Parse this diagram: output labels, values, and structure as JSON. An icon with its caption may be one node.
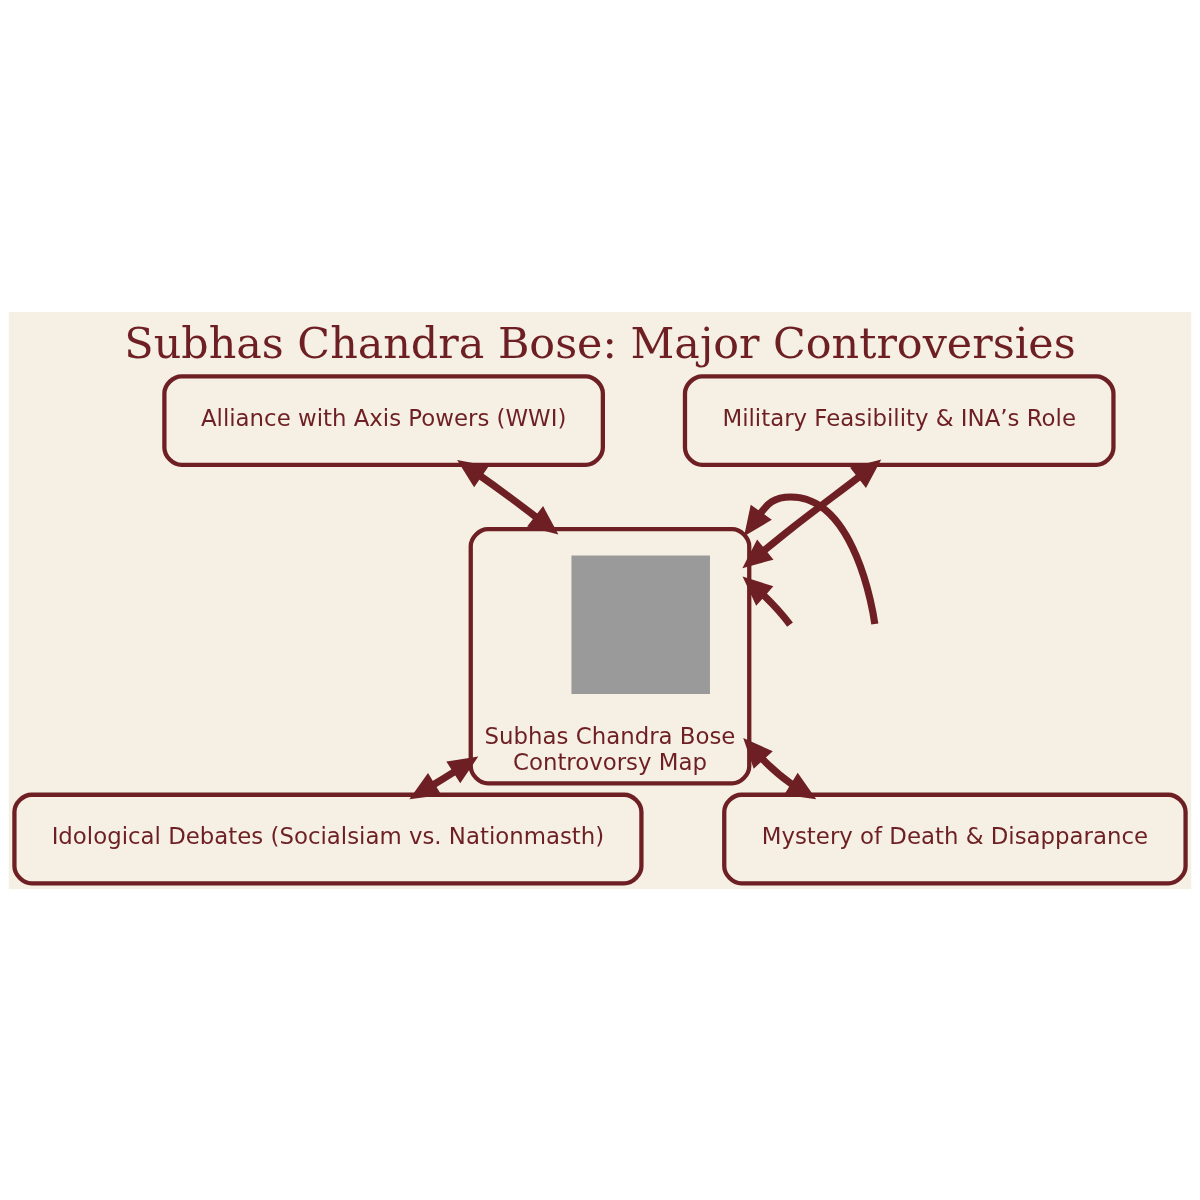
{
  "diagram": {
    "title": "Subhas Chandra Bose: Major Controversies",
    "nodes": [
      {
        "text": [
          "Alliance with Axis Powers (WWI)"
        ]
      },
      {
        "text": [
          "Military Feasibility & INA’s Role"
        ]
      },
      {
        "text": [
          "Subhas Chandra Bose",
          "Controvorsy Map"
        ]
      },
      {
        "text": [],
        "shape": "box",
        "in": 2
      },
      {
        "text": [
          "Idological Debates (Socialsiam vs. Nationmasth)"
        ]
      },
      {
        "text": [
          "Mystery of Death & Disapparance"
        ]
      }
    ],
    "edges": [
      {
        "from": 0,
        "to": 2,
        "arrow": "both"
      },
      {
        "from": 1,
        "to": 2,
        "arrow": "both"
      },
      {
        "from": null,
        "to": 2,
        "arrow": "to"
      },
      {
        "from": null,
        "to": 2,
        "arrow": "to"
      },
      {
        "from": 4,
        "to": 2,
        "arrow": "both"
      },
      {
        "from": 5,
        "to": 2,
        "arrow": "both"
      }
    ]
  }
}
